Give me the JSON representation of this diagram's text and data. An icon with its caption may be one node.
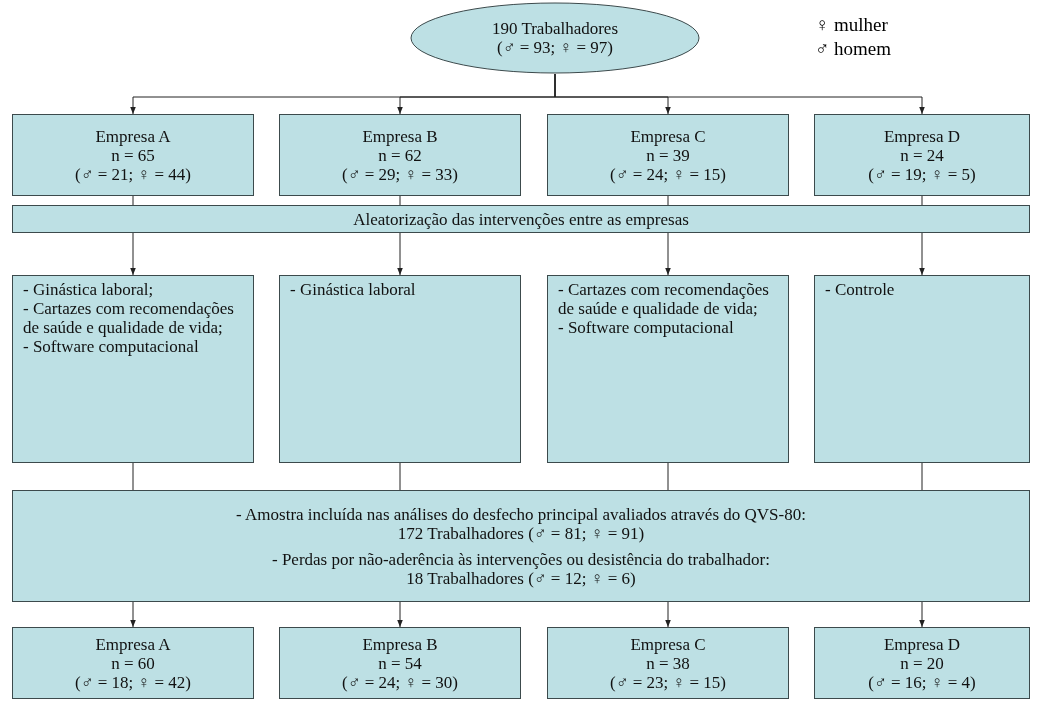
{
  "diagram": {
    "nodes": [
      {
        "text": [
          "190 Trabalhadores",
          "(♂ = 93; ♀ = 97)"
        ]
      },
      {
        "text": [
          "Empresa A",
          "n = 65",
          "(♂ = 21; ♀ = 44)"
        ]
      },
      {
        "text": [
          "Empresa B",
          "n = 62",
          "(♂ = 29; ♀ = 33)"
        ]
      },
      {
        "text": [
          "Empresa C",
          "n = 39",
          "(♂ = 24; ♀ = 15)"
        ]
      },
      {
        "text": [
          "Empresa D",
          "n = 24",
          "(♂ = 19; ♀ = 5)"
        ]
      },
      {
        "text": [
          "Aleatorização das intervenções entre as empresas"
        ]
      },
      {
        "text": [
          "- Ginástica laboral;",
          "- Cartazes com recomendações de saúde e qualidade de vida;",
          "- Software computacional"
        ]
      },
      {
        "text": [
          "- Ginástica laboral"
        ]
      },
      {
        "text": [
          "- Cartazes com recomendações de saúde e qualidade de vida;",
          "- Software computacional"
        ]
      },
      {
        "text": [
          "- Controle"
        ]
      },
      {
        "text": [
          "- Amostra incluída nas análises do desfecho principal avaliados através do QVS-80:",
          "172 Trabalhadores (♂ = 81; ♀ = 91)",
          "- Perdas por não-aderência às intervenções ou desistência do trabalhador:",
          "18 Trabalhadores (♂ = 12; ♀ = 6)"
        ]
      },
      {
        "text": [
          "Empresa A",
          "n = 60",
          "(♂ = 18; ♀ = 42)"
        ]
      },
      {
        "text": [
          "Empresa B",
          "n = 54",
          "(♂ = 24; ♀ = 30)"
        ]
      },
      {
        "text": [
          "Empresa C",
          "n = 38",
          "(♂ = 23; ♀ = 15)"
        ]
      },
      {
        "text": [
          "Empresa D",
          "n = 20",
          "(♂ = 16; ♀ = 4)"
        ]
      }
    ],
    "edges": [
      {
        "from": 0,
        "to": 1,
        "arrow": "to"
      },
      {
        "from": 0,
        "to": 2,
        "arrow": "to"
      },
      {
        "from": 0,
        "to": 3,
        "arrow": "to"
      },
      {
        "from": 0,
        "to": 4,
        "arrow": "to"
      },
      {
        "from": 1,
        "to": 5,
        "arrow": "none"
      },
      {
        "from": 2,
        "to": 5,
        "arrow": "none"
      },
      {
        "from": 3,
        "to": 5,
        "arrow": "none"
      },
      {
        "from": 4,
        "to": 5,
        "arrow": "none"
      },
      {
        "from": 5,
        "to": 6,
        "arrow": "to"
      },
      {
        "from": 5,
        "to": 7,
        "arrow": "to"
      },
      {
        "from": 5,
        "to": 8,
        "arrow": "to"
      },
      {
        "from": 5,
        "to": 9,
        "arrow": "to"
      },
      {
        "from": 6,
        "to": 10,
        "arrow": "none"
      },
      {
        "from": 7,
        "to": 10,
        "arrow": "none"
      },
      {
        "from": 8,
        "to": 10,
        "arrow": "none"
      },
      {
        "from": 9,
        "to": 10,
        "arrow": "none"
      },
      {
        "from": 10,
        "to": 11,
        "arrow": "to"
      },
      {
        "from": 10,
        "to": 12,
        "arrow": "to"
      },
      {
        "from": 10,
        "to": 13,
        "arrow": "to"
      },
      {
        "from": 10,
        "to": 14,
        "arrow": "to"
      }
    ],
    "labels": [
      "♀ mulher",
      "♂ homem"
    ]
  }
}
